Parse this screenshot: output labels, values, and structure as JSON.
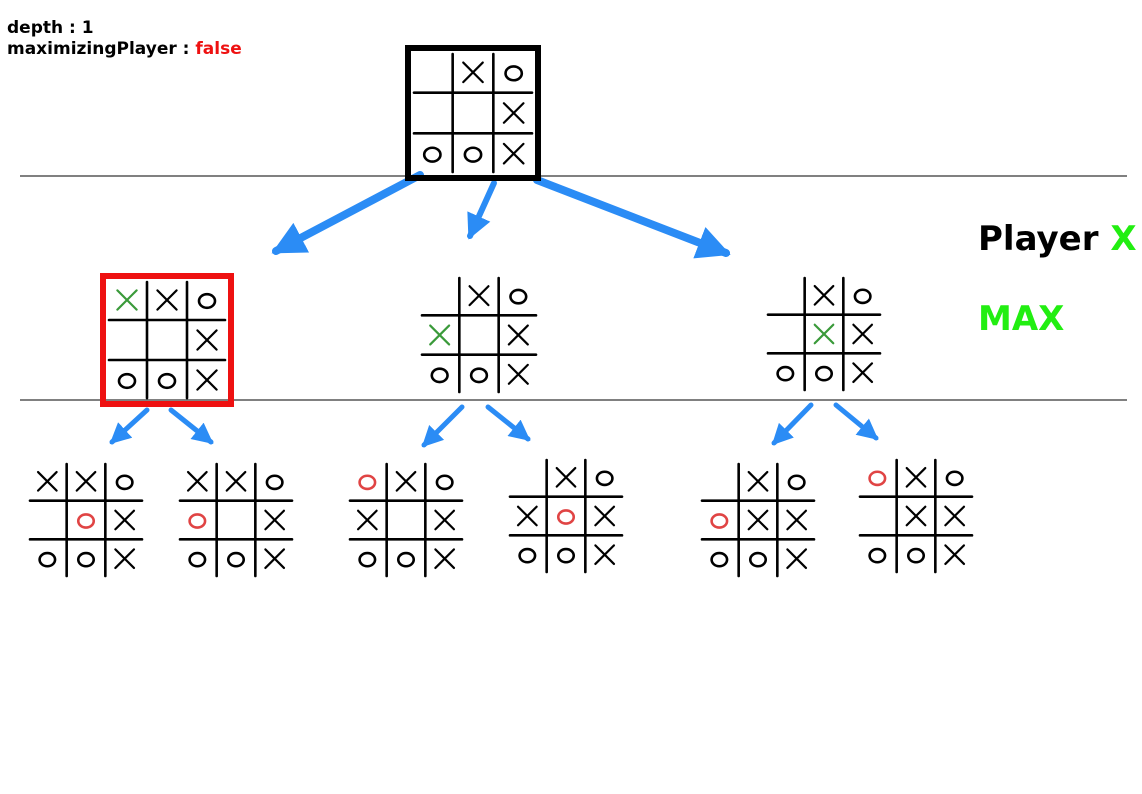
{
  "info": {
    "depth_label": "depth : 1",
    "maximizing_label": "maximizingPlayer : ",
    "maximizing_value": "false"
  },
  "side": {
    "player_label": "Player ",
    "player_symbol": "X",
    "role": "MAX"
  },
  "colors": {
    "arrow": "#2b8cf5",
    "highlight_border": "#ee1111",
    "new_x": "#3a9a3a",
    "new_o": "#e04444",
    "max_green": "#22ee11"
  },
  "root": {
    "cells": [
      "",
      "X",
      "O",
      "",
      "",
      "X",
      "O",
      "O",
      "X"
    ]
  },
  "children": [
    {
      "cells": [
        "X",
        "X",
        "O",
        "",
        "",
        "X",
        "O",
        "O",
        "X"
      ],
      "new_index": 0,
      "selected": true
    },
    {
      "cells": [
        "",
        "X",
        "O",
        "X",
        "",
        "X",
        "O",
        "O",
        "X"
      ],
      "new_index": 3,
      "selected": false
    },
    {
      "cells": [
        "",
        "X",
        "O",
        "",
        "X",
        "X",
        "O",
        "O",
        "X"
      ],
      "new_index": 4,
      "selected": false
    }
  ],
  "grandchildren": [
    {
      "cells": [
        "X",
        "X",
        "O",
        "",
        "O",
        "X",
        "O",
        "O",
        "X"
      ],
      "new_index": 4
    },
    {
      "cells": [
        "X",
        "X",
        "O",
        "O",
        "",
        "X",
        "O",
        "O",
        "X"
      ],
      "new_index": 3
    },
    {
      "cells": [
        "O",
        "X",
        "O",
        "X",
        "",
        "X",
        "O",
        "O",
        "X"
      ],
      "new_index": 0
    },
    {
      "cells": [
        "",
        "X",
        "O",
        "X",
        "O",
        "X",
        "O",
        "O",
        "X"
      ],
      "new_index": 4
    },
    {
      "cells": [
        "",
        "X",
        "O",
        "O",
        "X",
        "X",
        "O",
        "O",
        "X"
      ],
      "new_index": 3
    },
    {
      "cells": [
        "O",
        "X",
        "O",
        "",
        "X",
        "X",
        "O",
        "O",
        "X"
      ],
      "new_index": 0
    }
  ]
}
